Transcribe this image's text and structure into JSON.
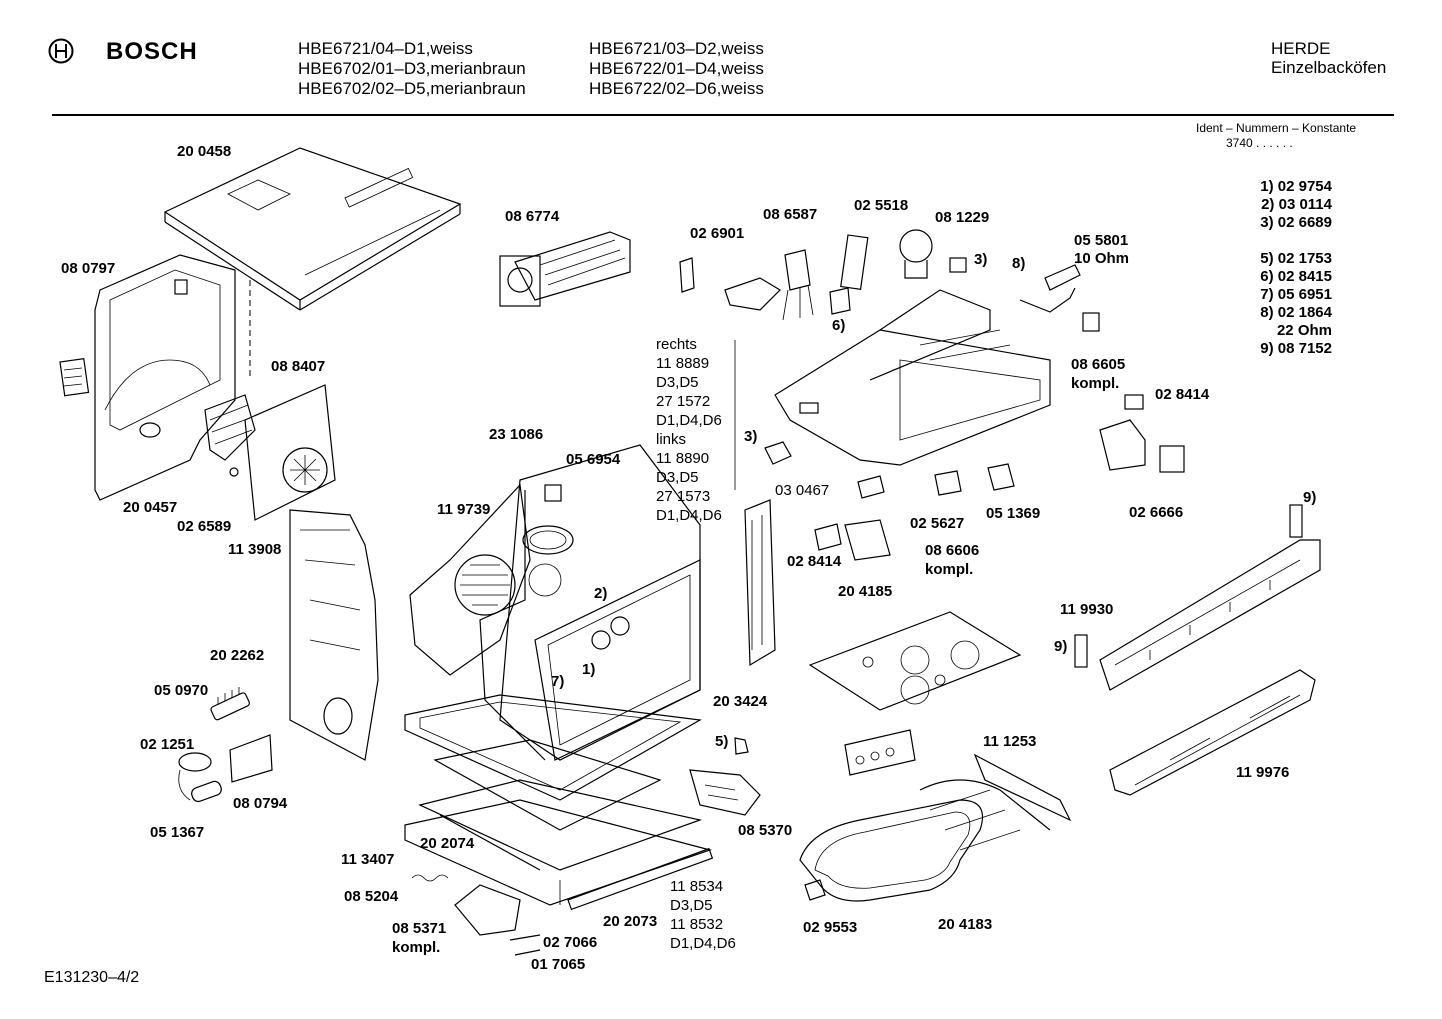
{
  "header": {
    "brand": "BOSCH",
    "models_col1": [
      "HBE6721/04–D1,weiss",
      "HBE6702/01–D3,merianbraun",
      "HBE6702/02–D5,merianbraun"
    ],
    "models_col2": [
      "HBE6721/03–D2,weiss",
      "HBE6722/01–D4,weiss",
      "HBE6722/02–D6,weiss"
    ],
    "category": "HERDE",
    "subcategory": "Einzelbacköfen"
  },
  "ident": {
    "title": "Ident – Nummern – Konstante",
    "value": "3740  . .   . . . ."
  },
  "legend": [
    "1) 02 9754",
    "2) 03 0114",
    "3) 02 6689",
    "",
    "5) 02 1753",
    "6) 02 8415",
    "7) 05 6951",
    "8) 02 1864",
    "22 Ohm",
    "9) 08 7152"
  ],
  "notes": {
    "side_panel": [
      "rechts",
      "11 8889",
      "D3,D5",
      "27 1572",
      "D1,D4,D6",
      "links",
      "11 8890",
      "D3,D5",
      "27 1573",
      "D1,D4,D6"
    ],
    "rail": [
      "11 8534",
      "D3,D5",
      "11 8532",
      "D1,D4,D6"
    ]
  },
  "parts": {
    "p200458": "20 0458",
    "p080797": "08 0797",
    "p088407": "08 8407",
    "p200457": "20 0457",
    "p026589": "02 6589",
    "p113908": "11 3908",
    "p202262": "20 2262",
    "p050970": "05 0970",
    "p021251": "02 1251",
    "p080794": "08 0794",
    "p051367": "05 1367",
    "p086774": "08 6774",
    "p231086": "23 1086",
    "p056954": "05 6954",
    "p119739": "11 9739",
    "p203424": "20 3424",
    "p5": "5)",
    "p2": "2)",
    "p1": "1)",
    "p7": "7)",
    "p113407": "11 3407",
    "p202074": "20 2074",
    "p085204": "08 5204",
    "p085371": "08 5371",
    "p085371b": "kompl.",
    "p027066": "02 7066",
    "p017065": "01 7065",
    "p202073": "20 2073",
    "p085370": "08 5370",
    "p026901": "02 6901",
    "p086587": "08 6587",
    "p025518": "02 5518",
    "p081229": "08 1229",
    "p3a": "3)",
    "p8": "8)",
    "p055801": "05 5801",
    "p055801b": "10 Ohm",
    "p6": "6)",
    "p3b": "3)",
    "p086605": "08 6605",
    "p086605b": "kompl.",
    "p028414a": "02 8414",
    "p026666": "02 6666",
    "p030467": "03 0467",
    "p025627": "02 5627",
    "p051369": "05 1369",
    "p028414b": "02 8414",
    "p086606": "08 6606",
    "p086606b": "kompl.",
    "p204185": "20 4185",
    "p9a": "9)",
    "p119930": "11 9930",
    "p9b": "9)",
    "p111253": "11 1253",
    "p119976": "11 9976",
    "p029553": "02 9553",
    "p204183": "20 4183"
  },
  "footer": "E131230–4/2"
}
